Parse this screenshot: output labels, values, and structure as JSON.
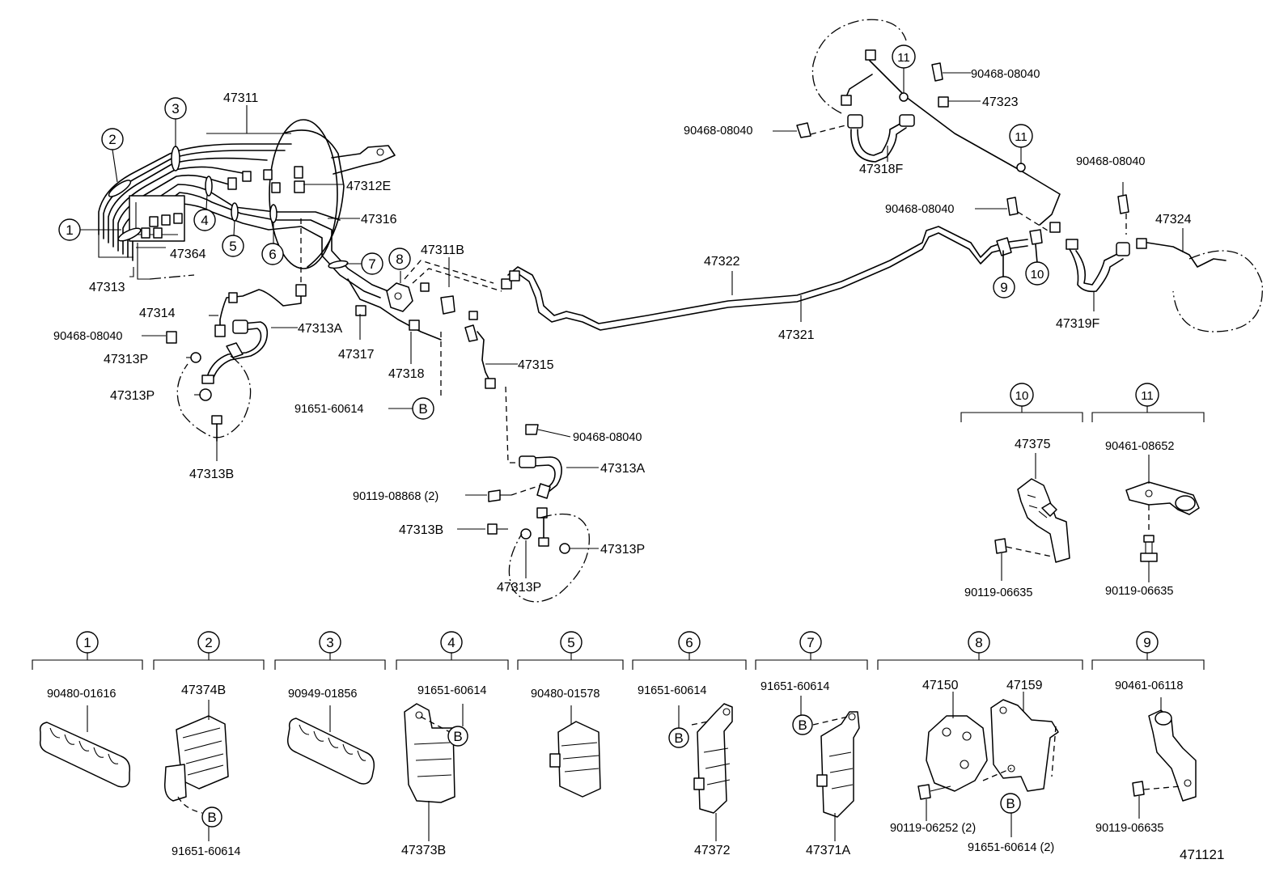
{
  "labels": {
    "p47311": "47311",
    "p47312E": "47312E",
    "p47316": "47316",
    "p47364": "47364",
    "p47313": "47313",
    "p47314": "47314",
    "p47313A_left": "47313A",
    "p90468_left": "90468-08040",
    "p47313P_l1": "47313P",
    "p47313P_l2": "47313P",
    "p47313B_left": "47313B",
    "p47311B": "47311B",
    "p47317": "47317",
    "p47318": "47318",
    "p91651_mid": "91651-60614",
    "p47315": "47315",
    "p90468_mid": "90468-08040",
    "p47313A_mid": "47313A",
    "p90119_08868": "90119-08868 (2)",
    "p47313B_mid": "47313B",
    "p47313P_m1": "47313P",
    "p47313P_m2": "47313P",
    "p47322": "47322",
    "p47321": "47321",
    "p90468_tr1": "90468-08040",
    "p47323": "47323",
    "p90468_tr2": "90468-08040",
    "p47318F": "47318F",
    "p90468_tr3": "90468-08040",
    "p90468_tr4": "90468-08040",
    "p47324": "47324",
    "p47319F": "47319F",
    "p47375": "47375",
    "p90119_06635_a": "90119-06635",
    "p90461_08652": "90461-08652",
    "p90119_06635_b": "90119-06635",
    "p90480_01616": "90480-01616",
    "p47374B": "47374B",
    "p91651_b2": "91651-60614",
    "p90949_01856": "90949-01856",
    "p91651_b4": "91651-60614",
    "p47373B": "47373B",
    "p90480_01578": "90480-01578",
    "p91651_b6": "91651-60614",
    "p47372": "47372",
    "p91651_b7": "91651-60614",
    "p47371A": "47371A",
    "p47150": "47150",
    "p47159": "47159",
    "p90119_06252": "90119-06252 (2)",
    "p91651_b8": "91651-60614 (2)",
    "p90461_06118": "90461-06118",
    "p90119_06635_c": "90119-06635",
    "fig_number": "471121"
  },
  "callouts": {
    "c1": "1",
    "c2": "2",
    "c3": "3",
    "c4": "4",
    "c5": "5",
    "c6": "6",
    "c7": "7",
    "c8": "8",
    "c9": "9",
    "c10": "10",
    "c11a": "11",
    "c11b": "11",
    "B": "B"
  },
  "section_numbers": [
    "1",
    "2",
    "3",
    "4",
    "5",
    "6",
    "7",
    "8",
    "9",
    "10",
    "11"
  ]
}
